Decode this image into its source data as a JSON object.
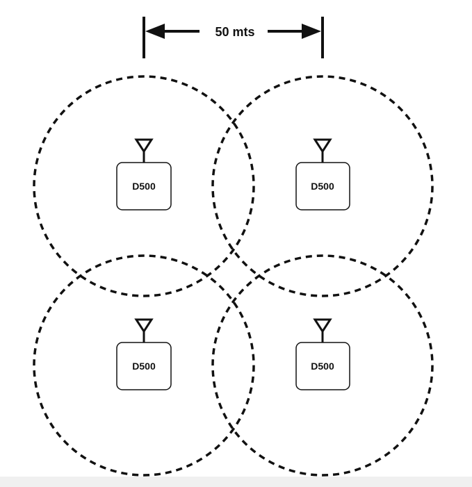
{
  "dimension": {
    "label": "50 mts"
  },
  "devices": [
    {
      "label": "D500"
    },
    {
      "label": "D500"
    },
    {
      "label": "D500"
    },
    {
      "label": "D500"
    }
  ],
  "colors": {
    "line": "#111111",
    "background": "#ffffff"
  }
}
